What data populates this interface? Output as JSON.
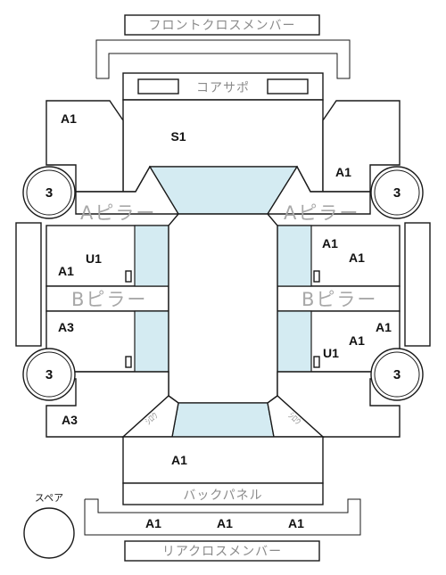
{
  "labels": {
    "front_cross_member": "フロントクロスメンバー",
    "core_support": "コアサポ",
    "a_pillar": "Aピラー",
    "b_pillar": "Bピラー",
    "back_panel": "バックパネル",
    "rear_cross_member": "リアクロスメンバー",
    "spare": "スペア",
    "curve_front_left": "ｼﾛｳ",
    "curve_front_right": "ｼﾛｳ"
  },
  "wheels": {
    "front_left": "3",
    "front_right": "3",
    "rear_left": "3",
    "rear_right": "3"
  },
  "codes": {
    "hood": "S1",
    "front_left_fender": "A1",
    "front_right_fender": "A1",
    "front_left_door_1": "U1",
    "front_left_door_2": "A1",
    "front_right_door_1": "A1",
    "front_right_door_2": "A1",
    "rear_left_door": "A3",
    "rear_right_door_1": "A1",
    "rear_right_door_2": "A1",
    "rear_right_door_3": "U1",
    "rear_left_quarter": "A3",
    "trunk": "A1",
    "rear_member_1": "A1",
    "rear_member_2": "A1",
    "rear_member_3": "A1"
  }
}
